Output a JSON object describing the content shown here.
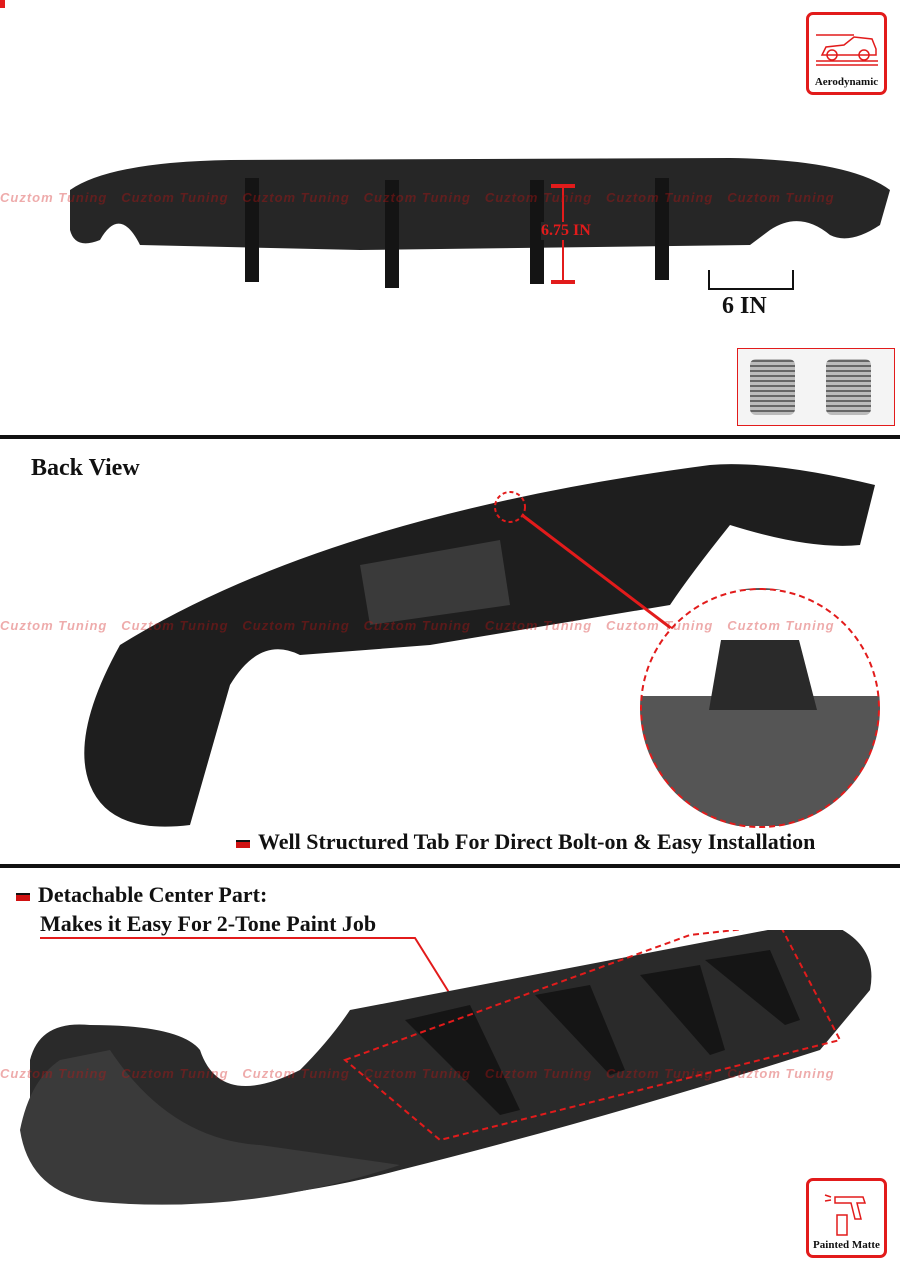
{
  "section_top": {
    "badge_aerodynamic": "Aerodynamic",
    "height_dimension": "6.75 IN",
    "width_dimension": "6 IN",
    "hardware_label": "screws-hardware"
  },
  "section_back": {
    "title": "Back View",
    "caption": "Well Structured Tab For Direct Bolt-on & Easy Installation"
  },
  "section_bottom": {
    "caption_line1": "Detachable Center Part:",
    "caption_line2": "Makes it Easy For 2-Tone Paint Job",
    "badge_painted": "Painted Matte"
  },
  "watermark": "Cuztom Tuning",
  "colors": {
    "accent": "#e21b1b",
    "product": "#1f1f1f"
  }
}
